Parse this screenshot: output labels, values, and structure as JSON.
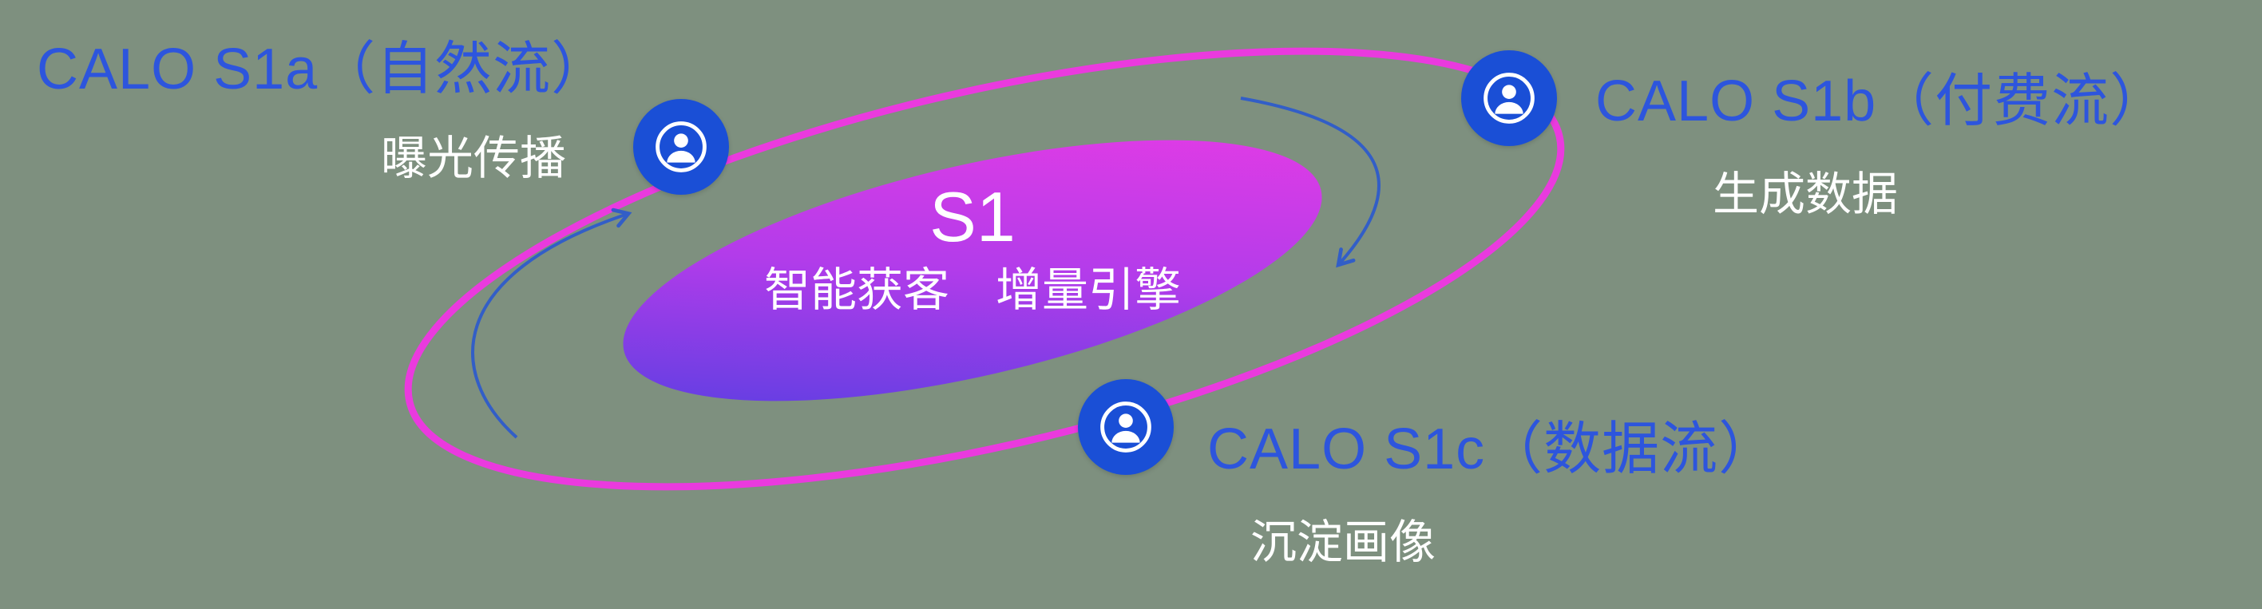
{
  "diagram": {
    "background_color": "#7e907f",
    "orbit_color": "#ea3ade",
    "arrow_color": "#2a59cf",
    "node_color": "#1a4fd6",
    "label_color": "#2d55dd",
    "subtitle_color": "#ffffff",
    "core": {
      "title": "S1",
      "subtitle": "智能获客　增量引擎",
      "gradient_start": "#4b3fe0",
      "gradient_mid": "#b23cea",
      "gradient_end": "#ee3be4"
    },
    "nodes": [
      {
        "id": "s1a",
        "title": "CALO S1a（自然流）",
        "subtitle": "曝光传播",
        "icon": "user-icon"
      },
      {
        "id": "s1b",
        "title": "CALO S1b（付费流）",
        "subtitle": "生成数据",
        "icon": "user-icon"
      },
      {
        "id": "s1c",
        "title": "CALO S1c（数据流）",
        "subtitle": "沉淀画像",
        "icon": "user-icon"
      }
    ]
  }
}
